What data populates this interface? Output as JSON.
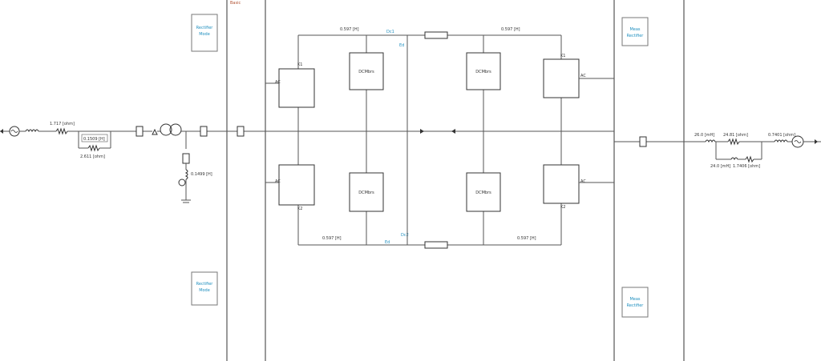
{
  "diagram": {
    "top_label": "Basic",
    "panels": {
      "left_top": [
        "Rectifier",
        "Mode"
      ],
      "left_bottom": [
        "Rectifier",
        "Mode"
      ],
      "right_top": [
        "Meas",
        "Rectifier"
      ],
      "right_bottom": [
        "Meas",
        "Rectifier"
      ]
    },
    "source_left": {
      "impedance_1": "1.717 [ohm]",
      "impedance_2": "0.1509 [H]",
      "impedance_3": "2.611 [ohm]"
    },
    "ground_branch": "0.1499 [H]",
    "dc_lines": {
      "top_left": "0.597 [H]",
      "top_right": "0.597 [H]",
      "bottom_left": "0.597 [H]",
      "bottom_right": "0.597 [H]"
    },
    "dc_nodes": {
      "top_a": "Dc1",
      "top_b": "Ed",
      "bottom_a": "Dc2",
      "bottom_b": "Ed"
    },
    "converters": {
      "left_top": "DCMbrs",
      "left_bottom": "DCMbrs",
      "right_top": "DCMbrs",
      "right_bottom": "DCMbrs"
    },
    "valve_ports": {
      "lt_in": "AC",
      "lt_top": "K1",
      "lb_in": "AC",
      "lb_bot": "K2",
      "rt_out": "AC",
      "rt_top": "K1",
      "rb_out": "AC",
      "rb_bot": "K2"
    },
    "source_right": {
      "impedance_1": "26.0 [mH]",
      "impedance_2": "24.81 [ohm]",
      "impedance_3": "0.7401 [ohm]",
      "impedance_4": "24.0 [mH]",
      "impedance_5": "1.7406 [ohm]"
    }
  }
}
